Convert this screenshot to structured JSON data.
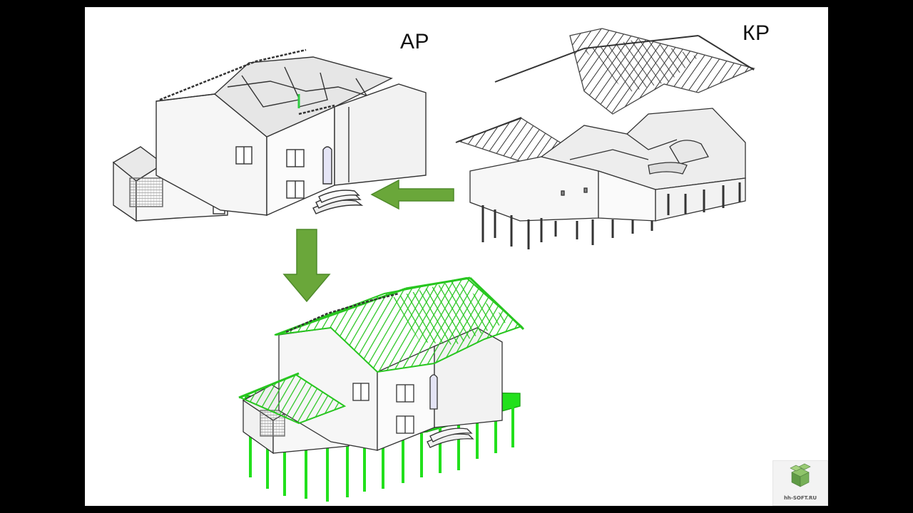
{
  "labels": {
    "ar": "АР",
    "kr": "КР"
  },
  "logo": {
    "text": "hh-SOFT.RU"
  },
  "colors": {
    "arrow": "#6aa73a",
    "structure_green": "#22e01c",
    "wall": "#f2f2f2",
    "line": "#333333"
  }
}
